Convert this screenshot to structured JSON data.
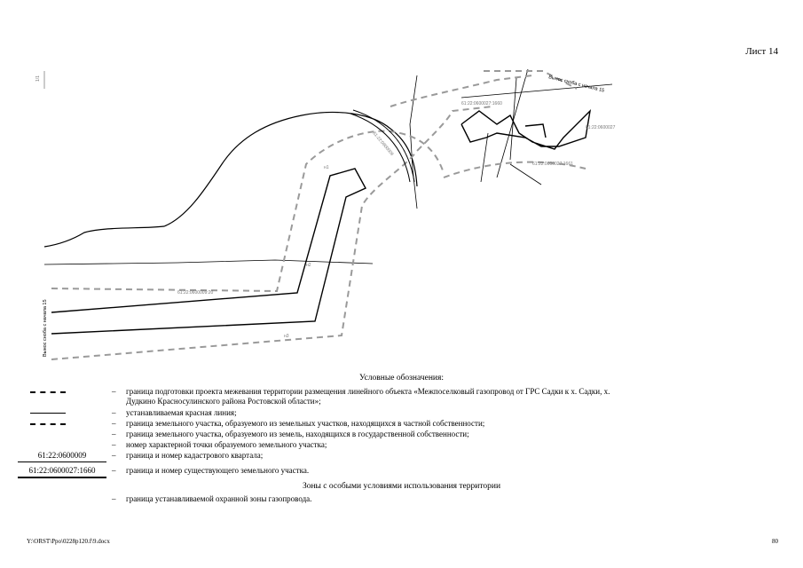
{
  "sheet": "Лист 14",
  "map_labels": {
    "road_right": "Вынос сноба с начала 15",
    "road_left": "Вынос сноба с начала 15"
  },
  "legend": {
    "title": "Условные обозначения:",
    "items": [
      {
        "symbol": "",
        "text": "граница подготовки проекта межевания территории размещения линейного объекта «Межпоселковый газопровод от ГРС Садки к х. Садки, х. Дудкино Красносулинского района Ростовской области»;"
      },
      {
        "symbol": "",
        "text": "устанавливаемая красная линия;"
      },
      {
        "symbol": "",
        "text": "граница земельного участка, образуемого из земельных участков, находящихся в частной собственности;"
      },
      {
        "symbol": "",
        "text": "граница земельного участка, образуемого из земель, находящихся в государственной собственности;"
      },
      {
        "symbol": "",
        "text": "номер характерной точки образуемого земельного участка;"
      },
      {
        "symbol": "61:22:0600009",
        "text": "граница и номер кадастрового квартала;"
      },
      {
        "symbol": "61:22:0600027:1660",
        "text": "граница и номер существующего земельного участка."
      }
    ],
    "dash": "–"
  },
  "zones": {
    "title": "Зоны с особыми условиями использования территории",
    "items": [
      {
        "text": "граница устанавливаемой охранной зоны газопровода."
      }
    ]
  },
  "footer": {
    "path": "Y:\\ORST\\Ppo\\0228p120.f\\9.docx",
    "page": "80"
  },
  "colors": {
    "zone_dash": "#9a9a9a",
    "line": "#000000"
  }
}
